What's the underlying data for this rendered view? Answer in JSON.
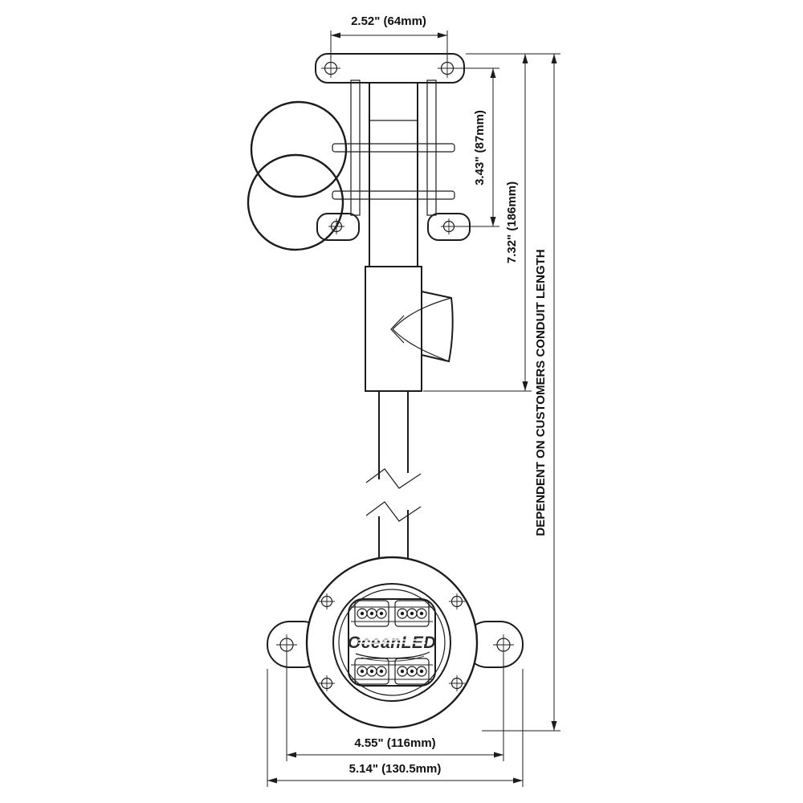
{
  "drawing": {
    "dimensions": {
      "top_width": "2.52\" (64mm)",
      "clamp_height": "3.43\" (87mm)",
      "assembly_height": "7.32\" (186mm)",
      "conduit_note": "DEPENDENT ON CUSTOMERS CONDUIT LENGTH",
      "hole_spacing": "4.55\" (116mm)",
      "overall_width": "5.14\" (130.5mm)"
    },
    "logo_text": "OceanLED"
  }
}
